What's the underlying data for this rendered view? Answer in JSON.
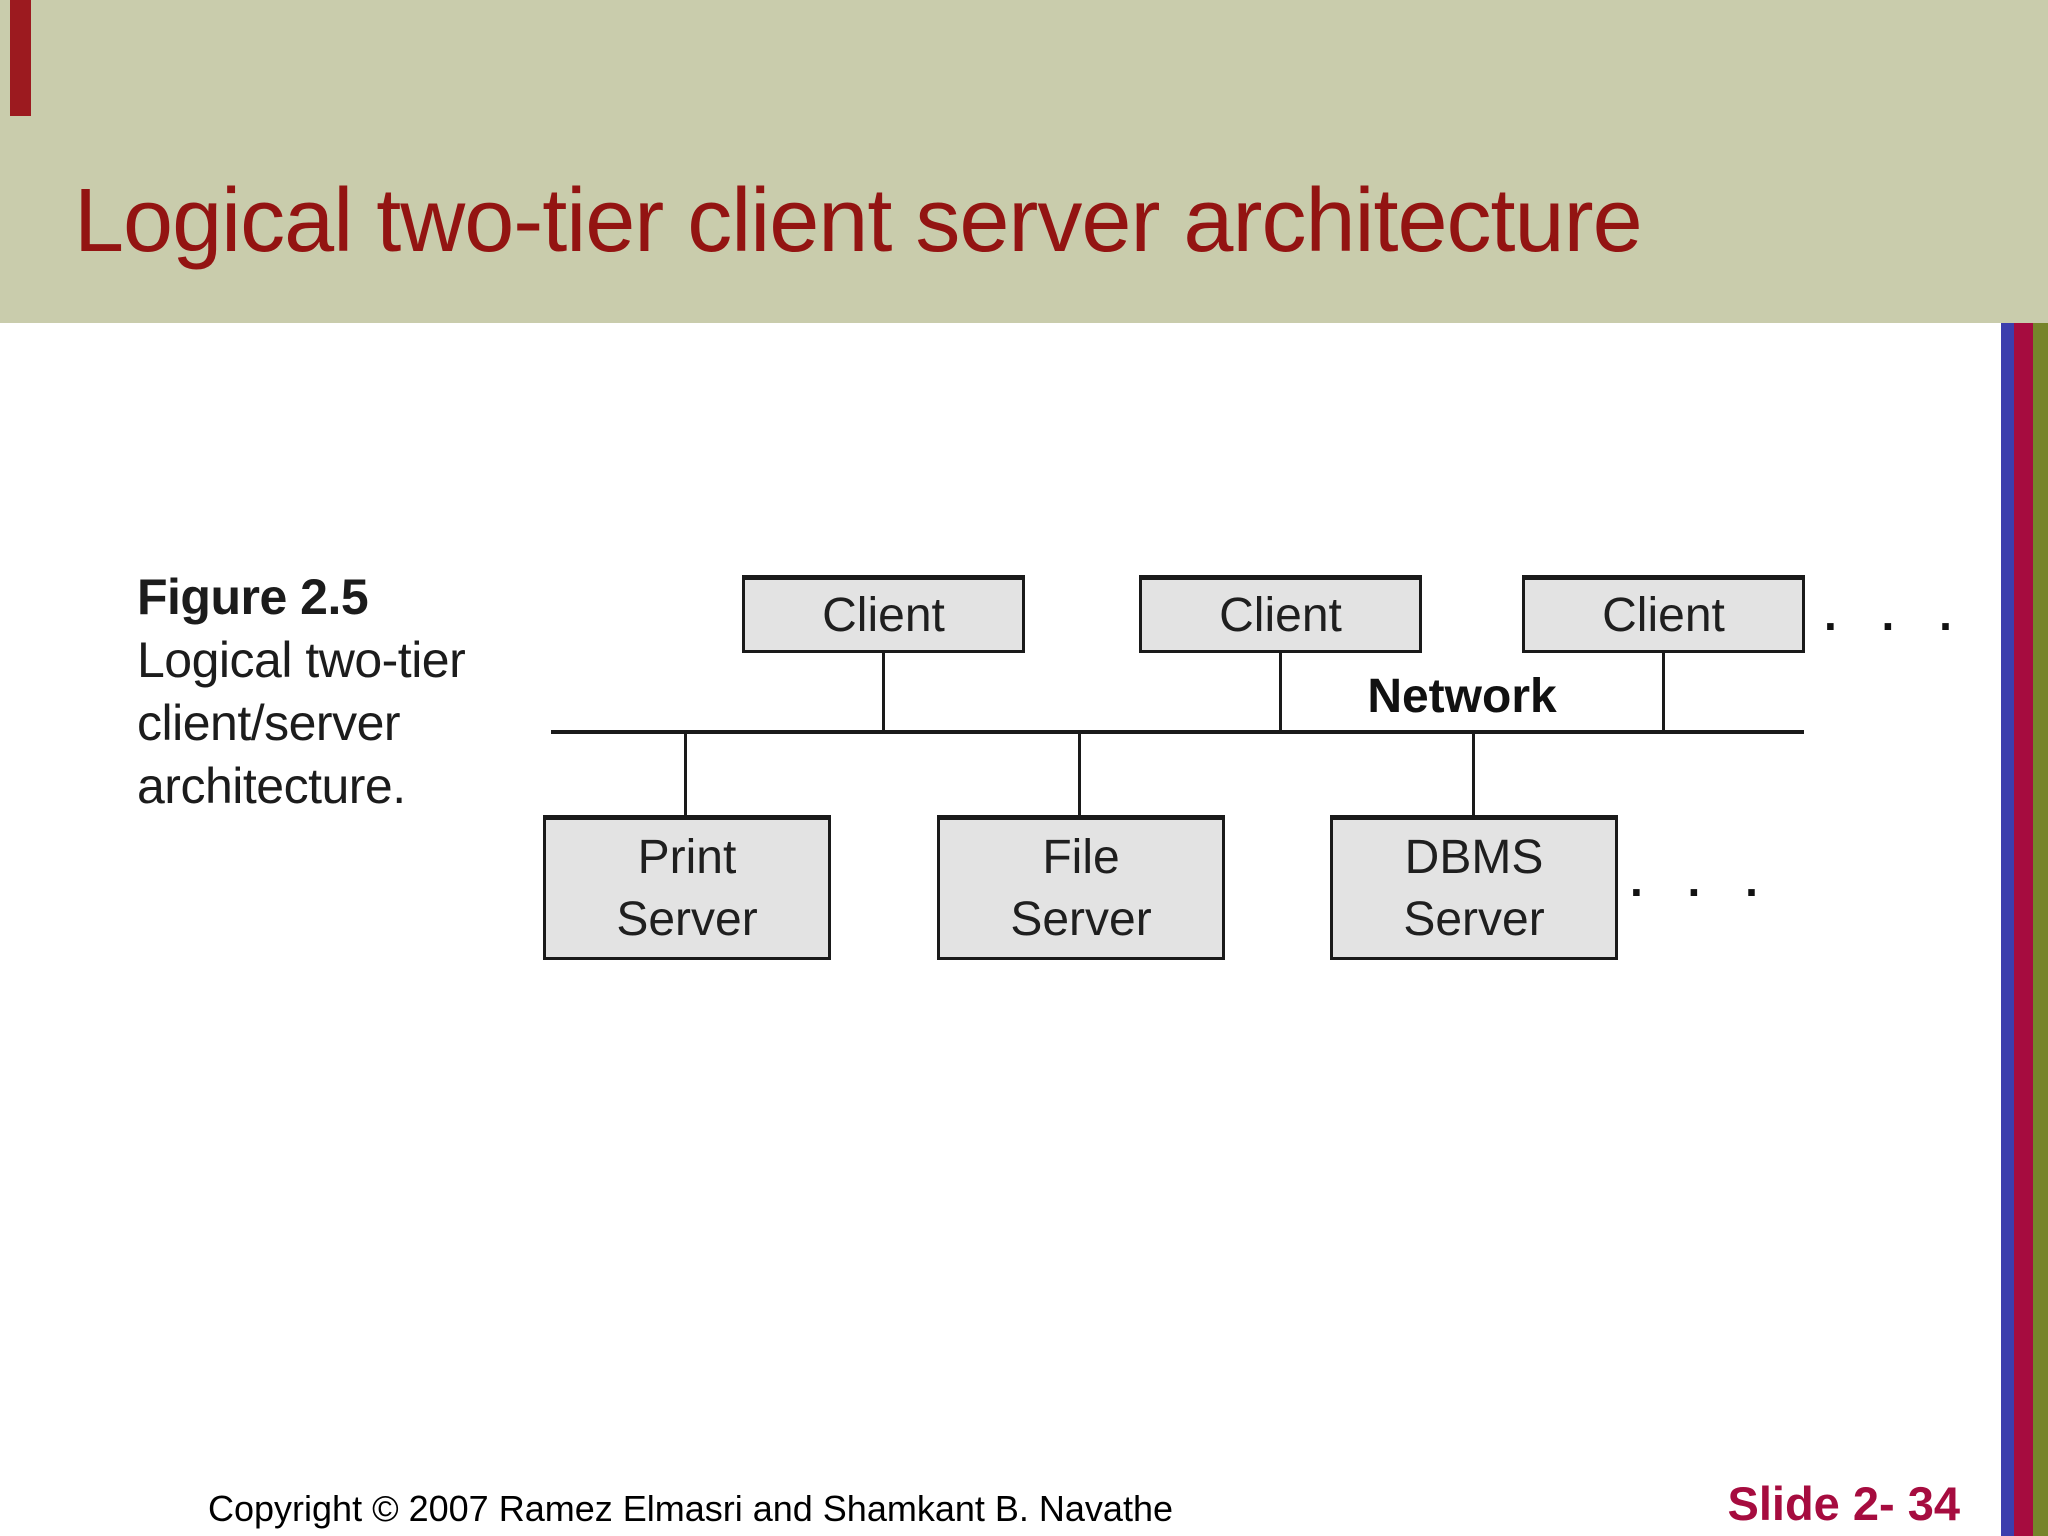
{
  "slide": {
    "title": "Logical two-tier client server architecture",
    "footer": {
      "copyright": "Copyright © 2007 Ramez Elmasri and Shamkant B. Navathe",
      "slide_number": "Slide 2- 34"
    },
    "colors": {
      "header_band": "#c9ccac",
      "title_text": "#931412",
      "accent_bar": "#9c1a1f",
      "stripe_blue": "#3c3ead",
      "stripe_crimson": "#a60c3f",
      "stripe_olive": "#76842b",
      "box_fill": "#e3e3e3",
      "box_border": "#1a1a1a"
    }
  },
  "figure": {
    "caption": {
      "label": "Figure 2.5",
      "line1": "Logical two-tier",
      "line2": "client/server",
      "line3": "architecture."
    },
    "network_label": "Network",
    "clients": [
      "Client",
      "Client",
      "Client"
    ],
    "servers": [
      {
        "line1": "Print",
        "line2": "Server"
      },
      {
        "line1": "File",
        "line2": "Server"
      },
      {
        "line1": "DBMS",
        "line2": "Server"
      }
    ],
    "ellipsis_top": ". . .",
    "ellipsis_bottom": ". . ."
  }
}
